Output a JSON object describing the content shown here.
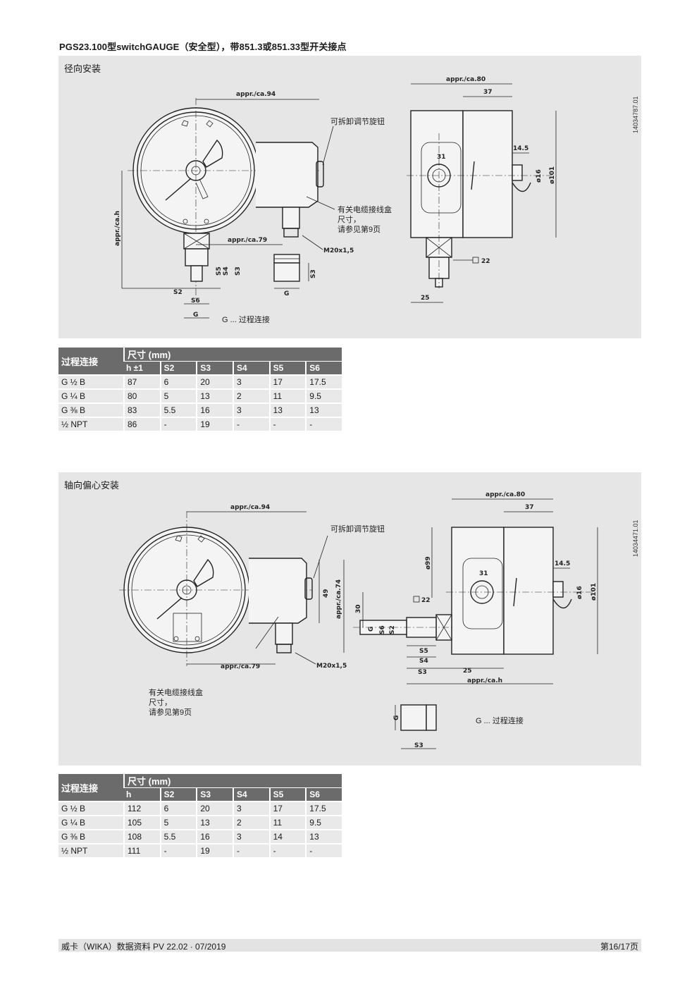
{
  "document": {
    "title": "PGS23.100型switchGAUGE（安全型），带851.3或851.33型开关接点"
  },
  "section1": {
    "label": "径向安装",
    "drawing_code": "14034787.01",
    "dims": {
      "appr94": "appr./ca.94",
      "appr80": "appr./ca.80",
      "d37": "37",
      "d145": "14.5",
      "d31": "31",
      "d16": "ø16",
      "d101": "ø101",
      "appr_h": "appr./ca.h",
      "appr79": "appr./ca.79",
      "m20": "M20x1,5",
      "s22": "22",
      "d25": "25",
      "s2": "S2",
      "s3": "S3",
      "s4": "S4",
      "s5": "S5",
      "s6": "S6",
      "g": "G"
    },
    "notes": {
      "knob": "可拆卸调节旋钮",
      "cable1": "有关电缆接线盒",
      "cable2": "尺寸，",
      "cable3": "请参见第9页",
      "process": "G ... 过程连接"
    }
  },
  "table1": {
    "head1": [
      "过程连接",
      "尺寸 (mm)"
    ],
    "head2": [
      "h ±1",
      "S2",
      "S3",
      "S4",
      "S5",
      "S6"
    ],
    "rows": [
      [
        "G ½ B",
        "87",
        "6",
        "20",
        "3",
        "17",
        "17.5"
      ],
      [
        "G ¼ B",
        "80",
        "5",
        "13",
        "2",
        "11",
        "9.5"
      ],
      [
        "G ⅜ B",
        "83",
        "5.5",
        "16",
        "3",
        "13",
        "13"
      ],
      [
        "½ NPT",
        "86",
        "-",
        "19",
        "-",
        "-",
        "-"
      ]
    ]
  },
  "section2": {
    "label": "轴向偏心安装",
    "drawing_code": "14034471.01",
    "dims": {
      "appr94": "appr./ca.94",
      "appr80": "appr./ca.80",
      "d37": "37",
      "d99": "ø99",
      "d145": "14.5",
      "d31": "31",
      "d16": "ø16",
      "d101": "ø101",
      "d49": "49",
      "appr74": "appr./ca.74",
      "d30": "30",
      "s22": "22",
      "appr79": "appr./ca.79",
      "m20": "M20x1,5",
      "d25": "25",
      "appr_h": "appr./ca.h",
      "g": "G",
      "s2": "S2",
      "s3": "S3",
      "s4": "S4",
      "s5": "S5",
      "s6": "S6"
    },
    "notes": {
      "knob": "可拆卸调节旋钮",
      "cable1": "有关电缆接线盒",
      "cable2": "尺寸，",
      "cable3": "请参见第9页",
      "process": "G ... 过程连接"
    }
  },
  "table2": {
    "head1": [
      "过程连接",
      "尺寸 (mm)"
    ],
    "head2": [
      "h",
      "S2",
      "S3",
      "S4",
      "S5",
      "S6"
    ],
    "rows": [
      [
        "G ½ B",
        "112",
        "6",
        "20",
        "3",
        "17",
        "17.5"
      ],
      [
        "G ¼ B",
        "105",
        "5",
        "13",
        "2",
        "11",
        "9.5"
      ],
      [
        "G ⅜ B",
        "108",
        "5.5",
        "16",
        "3",
        "14",
        "13"
      ],
      [
        "½ NPT",
        "111",
        "-",
        "19",
        "-",
        "-",
        "-"
      ]
    ]
  },
  "footer": {
    "left": "威卡（WIKA）数据资料 PV 22.02 · 07/2019",
    "right": "第16/17页"
  }
}
